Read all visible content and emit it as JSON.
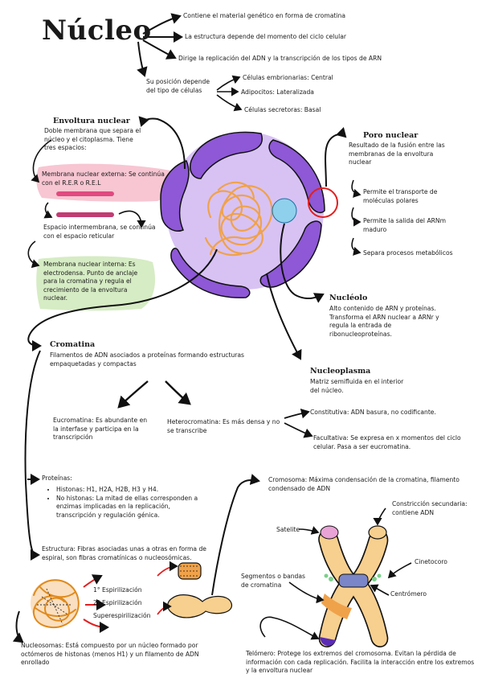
{
  "title": "Núcleo",
  "intro": {
    "item1": "Contiene el material genético en forma de cromatina",
    "item2": "La estructura depende del momento del ciclo celular",
    "item3": "Dirige  la replicación del ADN y la transcripción de los tipos de ARN",
    "position_label": "Su posición depende del tipo de células",
    "pos1": "Células embrionarias: Central",
    "pos2": "Adipocitos: Lateralizada",
    "pos3": "Células secretoras: Basal"
  },
  "envoltura": {
    "title": "Envoltura nuclear",
    "desc": "Doble membrana que separa el núcleo y el citoplasma. Tiene tres espacios:",
    "externa": "Membrana  nuclear externa: Se continúa con el R.E.R o R.E.L",
    "espacio": "Espacio intermembrana, se continúa con el espacio reticular",
    "interna": "Membrana nuclear interna: Es electrodensa. Punto de anclaje para la cromatina y regula el crecimiento de la envoltura nuclear."
  },
  "poro": {
    "title": "Poro nuclear",
    "desc": "Resultado de la fusión entre las membranas de la envoltura nuclear",
    "p1": "Permite el transporte de moléculas polares",
    "p2": "Permite la salida del ARNm maduro",
    "p3": "Separa procesos metabólicos"
  },
  "nucleolo": {
    "title": "Nucléolo",
    "desc": "Alto contenido de ARN y proteínas. Transforma el ARN nuclear a ARNr y regula la entrada de ribonucleoproteínas."
  },
  "nucleoplasma": {
    "title": "Nucleoplasma",
    "desc": "Matriz semifluida en el interior del núcleo."
  },
  "cromatina": {
    "title": "Cromatina",
    "desc": "Filamentos de ADN asociados a proteínas formando estructuras empaquetadas y compactas",
    "eu": "Eucromatina: Es abundante en la interfase y participa en la transcripción",
    "hetero": "Heterocromatina: Es más densa y no se transcribe",
    "constitutiva": "Constitutiva: ADN basura, no codificante.",
    "facultativa": "Facultativa: Se expresa en x momentos del ciclo celular. Pasa a ser eucromatina.",
    "proteinas_label": "Proteínas:",
    "histonas": "Histonas: H1, H2A, H2B, H3 y H4.",
    "no_histonas": "No histonas: La mitad de ellas corresponden a enzimas implicadas en la replicación, transcripción y regulación génica.",
    "estructura": "Estructura: Fibras asociadas unas a otras en forma de espiral, son fibras cromatínicas o nucleosómicas.",
    "esp1": "1° Espirilización",
    "esp2": "2° Espirilización",
    "esp3": "Superespirilización",
    "nucleosomas": "Nucleosomas: Está compuesto por un núcleo formado por octómeros de histonas (menos H1) y un filamento de ADN enrollado"
  },
  "cromosoma": {
    "desc": "Cromosoma: Máxima condensación de la cromatina, filamento condensado de ADN",
    "constriccion": "Constricción secundaria: contiene ADN",
    "satelite": "Satelite",
    "cinetocoro": "Cinetocoro",
    "segmentos": "Segmentos o bandas de cromatina",
    "centromero": "Centrómero",
    "telomero": "Telómero: Protege los extremos del cromosoma. Evitan la pérdida de información con cada replicación. Facilita la interacción entre los extremos y la envoltura nuclear"
  },
  "colors": {
    "envelope": "#8e58d6",
    "nucleoplasm": "#d8c2f4",
    "chromatin": "#f0a24a",
    "nucleolus": "#8fd0ec",
    "pore_circle": "#e02020",
    "highlight_pink": "#f7c6d2",
    "highlight_green": "#d6ecc4",
    "chromosome": "#f7cf8e",
    "centromere": "#7b86c8",
    "satellite": "#e9a3d6",
    "telomere": "#5a2bb5"
  }
}
